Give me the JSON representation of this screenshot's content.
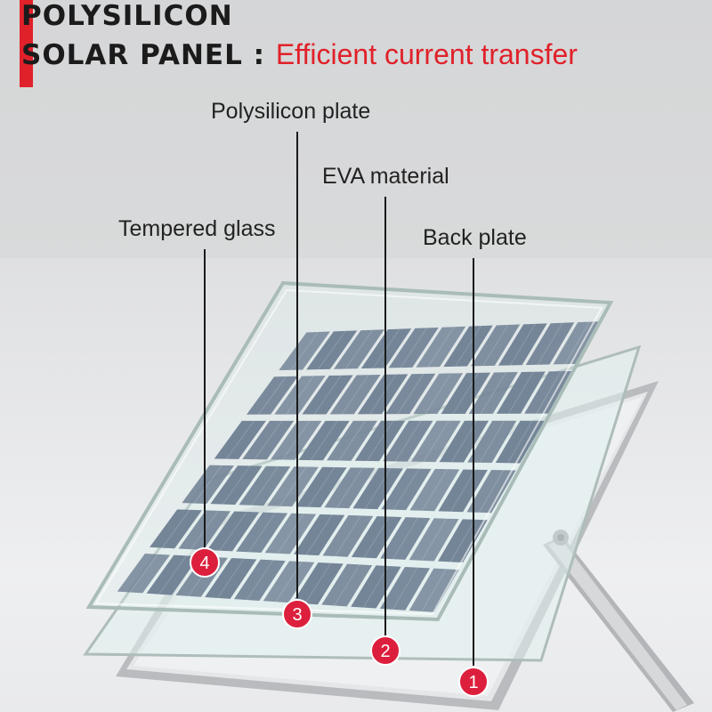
{
  "header": {
    "title_line1": "POLYSILICON",
    "title_line2": "SOLAR PANEL",
    "separator": ":",
    "subtitle": "Efficient current transfer",
    "accent_color": "#e0212a"
  },
  "layers": [
    {
      "number": "1",
      "label": "Back plate"
    },
    {
      "number": "2",
      "label": "EVA material"
    },
    {
      "number": "3",
      "label": "Polysilicon plate"
    },
    {
      "number": "4",
      "label": "Tempered glass"
    }
  ],
  "colors": {
    "badge": "#dc1f3c",
    "cell": "#3d4d6c",
    "frame": "#c4c6ca"
  }
}
